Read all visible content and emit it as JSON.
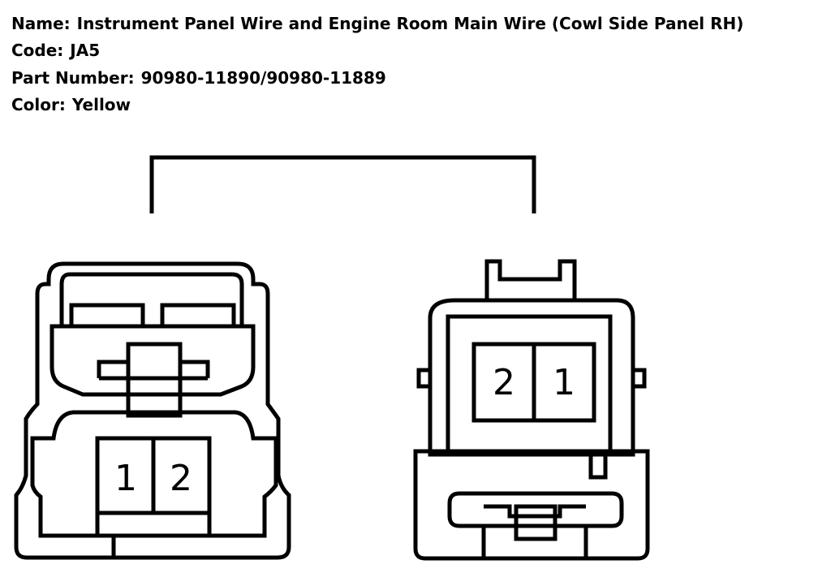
{
  "info": {
    "name_label": "Name:",
    "name_value": "Instrument Panel Wire and Engine Room Main Wire (Cowl Side Panel RH)",
    "code_label": "Code:",
    "code_value": "JA5",
    "part_label": "Part Number:",
    "part_value": "90980-11890/90980-11889",
    "color_label": "Color:",
    "color_value": "Yellow"
  },
  "connectors": {
    "left": {
      "pins": [
        "1",
        "2"
      ]
    },
    "right": {
      "pins": [
        "2",
        "1"
      ]
    }
  }
}
